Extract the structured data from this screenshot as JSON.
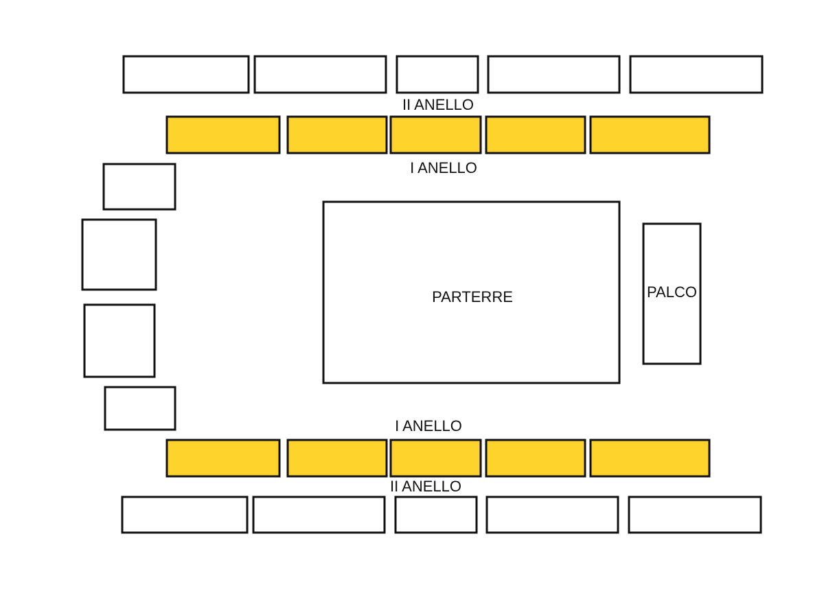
{
  "labels": {
    "second_ring_top": "II ANELLO",
    "first_ring_top": "I ANELLO",
    "parterre": "PARTERRE",
    "stage": "PALCO",
    "first_ring_bottom": "I ANELLO",
    "second_ring_bottom": "II ANELLO"
  },
  "colors": {
    "first_ring_fill": "#FED32B",
    "default_fill": "#FFFFFF",
    "outline": "#111111"
  }
}
